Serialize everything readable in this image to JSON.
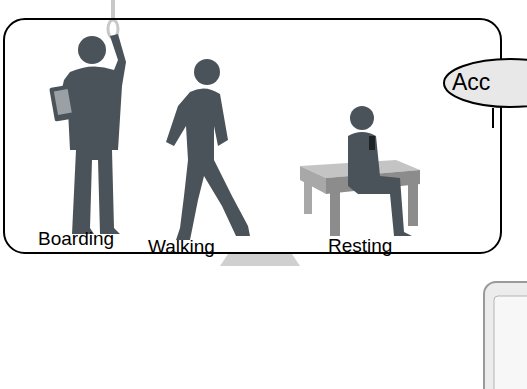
{
  "diagram": {
    "nodes": [
      {
        "text": [
          "Boarding",
          "Walking",
          "Resting"
        ]
      },
      {
        "text": [
          "Acc"
        ]
      }
    ]
  }
}
